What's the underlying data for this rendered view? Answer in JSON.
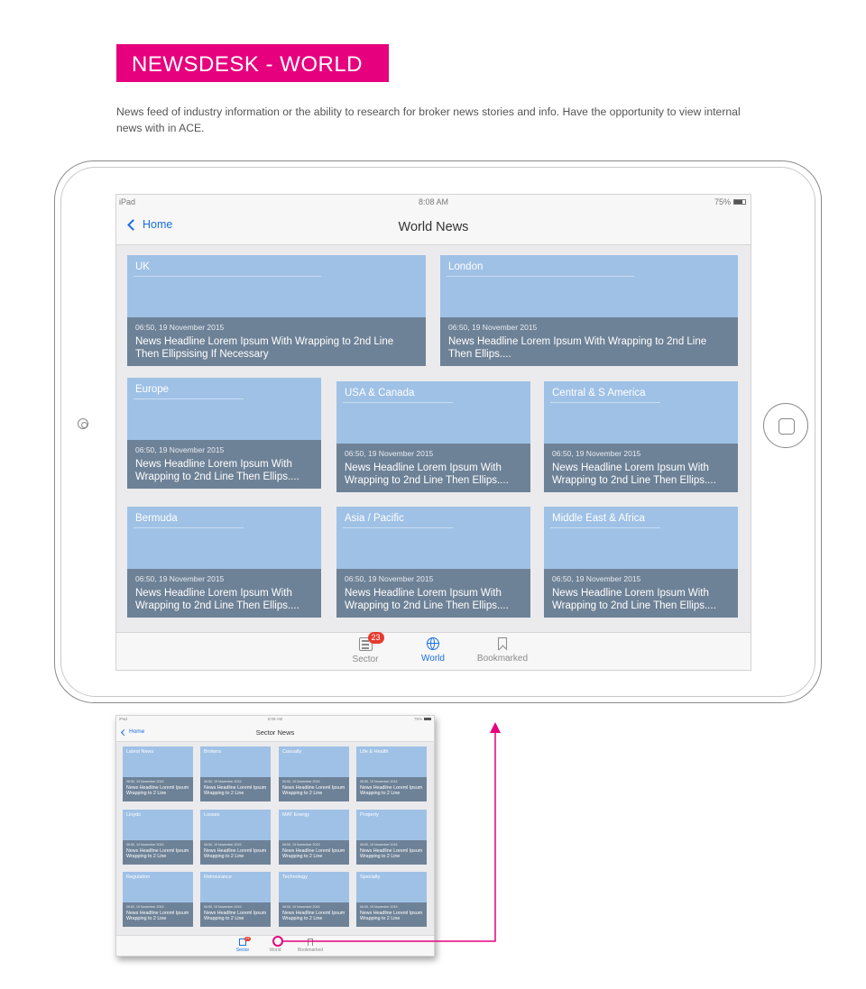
{
  "banner": {
    "title": "NEWSDESK - WORLD"
  },
  "description": "News feed of industry information or the ability to research for broker news stories and info. Have the opportunity to view internal news with in ACE.",
  "colors": {
    "accent": "#e6007e",
    "ios_blue": "#1a6fe0",
    "card_top": "#9fc1e6",
    "card_bottom": "#6e8297",
    "badge": "#e63a2e"
  },
  "main_screen": {
    "status": {
      "carrier": "iPad",
      "time": "8:08 AM",
      "battery": "75%"
    },
    "nav": {
      "back_label": "Home",
      "title": "World News"
    },
    "cards": [
      {
        "label": "UK",
        "date": "06:50, 19 November 2015",
        "headline": "News Headline Lorem Ipsum With Wrapping to 2nd Line Then Ellipsising If Necessary"
      },
      {
        "label": "London",
        "date": "06:50, 19 November 2015",
        "headline": "News Headline Lorem Ipsum With Wrapping to 2nd Line Then Ellips...."
      },
      {
        "label": "Europe",
        "date": "06:50, 19 November 2015",
        "headline": "News Headline Lorem Ipsum With Wrapping to 2nd Line Then Ellips...."
      },
      {
        "label": "USA & Canada",
        "date": "06:50, 19 November 2015",
        "headline": "News Headline Lorem Ipsum With Wrapping to 2nd Line Then Ellips...."
      },
      {
        "label": "Central & S America",
        "date": "06:50, 19 November 2015",
        "headline": "News Headline Lorem Ipsum With Wrapping to 2nd Line Then Ellips...."
      },
      {
        "label": "Bermuda",
        "date": "06:50, 19 November 2015",
        "headline": "News Headline Lorem Ipsum With Wrapping to 2nd Line Then Ellips...."
      },
      {
        "label": "Asia / Pacific",
        "date": "06:50, 19 November 2015",
        "headline": "News Headline Lorem Ipsum With Wrapping to 2nd Line Then Ellips...."
      },
      {
        "label": "Middle East & Africa",
        "date": "06:50, 19 November 2015",
        "headline": "News Headline Lorem Ipsum With Wrapping to 2nd Line Then Ellips...."
      }
    ],
    "tabs": {
      "sector": "Sector",
      "sector_badge": "23",
      "world": "World",
      "bookmarked": "Bookmarked"
    }
  },
  "thumbnail": {
    "status": {
      "carrier": "iPad",
      "time": "8:08 AM",
      "battery": "75%"
    },
    "nav": {
      "back_label": "Home",
      "title": "Sector News"
    },
    "cards": [
      {
        "label": "Latest News",
        "date": "06:50, 19 November 2015",
        "headline": "News Headline Loreml Ipsum Wrapping to 2 Line"
      },
      {
        "label": "Brokers",
        "date": "06:50, 19 November 2015",
        "headline": "News Headline Loreml Ipsum Wrapping to 2 Line"
      },
      {
        "label": "Casualty",
        "date": "06:50, 19 November 2015",
        "headline": "News Headline Loreml Ipsum Wrapping to 2 Line"
      },
      {
        "label": "Life & Health",
        "date": "06:50, 19 November 2015",
        "headline": "News Headline Loreml Ipsum Wrapping to 2 Line"
      },
      {
        "label": "Lloyds",
        "date": "06:50, 19 November 2015",
        "headline": "News Headline Loreml Ipsum Wrapping to 2 Line"
      },
      {
        "label": "Losses",
        "date": "06:50, 19 November 2015",
        "headline": "News Headline Loreml Ipsum Wrapping to 2 Line"
      },
      {
        "label": "MAT Energy",
        "date": "06:50, 19 November 2015",
        "headline": "News Headline Loreml Ipsum Wrapping to 2 Line"
      },
      {
        "label": "Property",
        "date": "06:50, 19 November 2015",
        "headline": "News Headline Loreml Ipsum Wrapping to 2 Line"
      },
      {
        "label": "Regulation",
        "date": "06:50, 19 November 2015",
        "headline": "News Headline Loreml Ipsum Wrapping to 2 Line"
      },
      {
        "label": "Reinsurance",
        "date": "06:50, 19 November 2015",
        "headline": "News Headline Loreml Ipsum Wrapping to 2 Line"
      },
      {
        "label": "Technology",
        "date": "06:50, 19 November 2015",
        "headline": "News Headline Loreml Ipsum Wrapping to 2 Line"
      },
      {
        "label": "Specialty",
        "date": "06:50, 19 November 2015",
        "headline": "News Headline Loreml Ipsum Wrapping to 2 Line"
      }
    ],
    "tabs": {
      "sector": "Sector",
      "sector_badge": "23",
      "world": "World",
      "bookmarked": "Bookmarked"
    }
  }
}
